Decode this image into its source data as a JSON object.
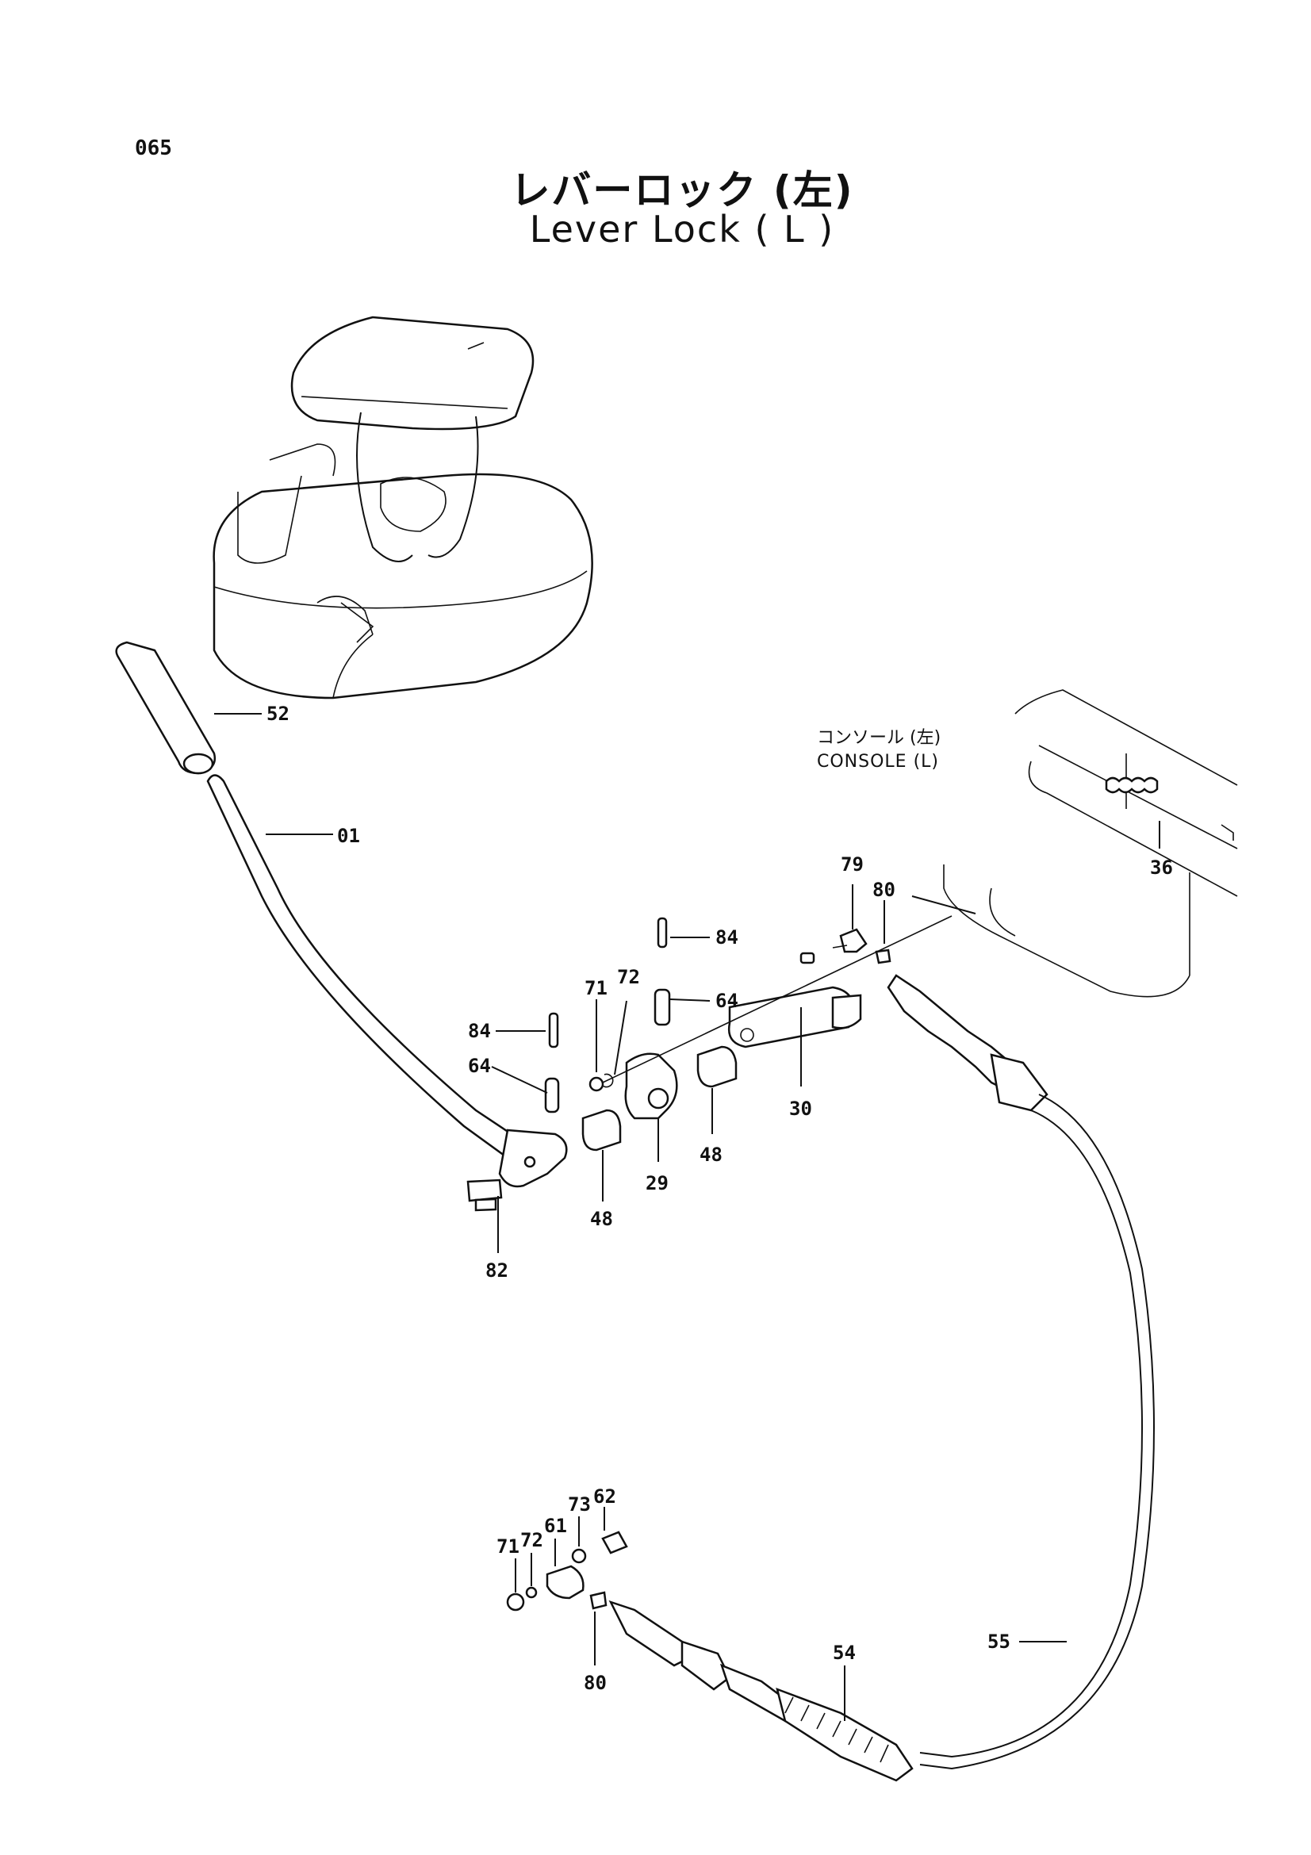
{
  "page_number": "065",
  "title_jp": "レバーロック (左)",
  "title_en": "Lever Lock ( L )",
  "console_label_jp": "コンソール (左)",
  "console_label_en": "CONSOLE (L)",
  "parts": {
    "p52": "52",
    "p01": "01",
    "p36": "36",
    "p79": "79",
    "p80a": "80",
    "p84a": "84",
    "p71a": "71",
    "p72a": "72",
    "p64a": "64",
    "p84b": "84",
    "p64b": "64",
    "p30": "30",
    "p48a": "48",
    "p29": "29",
    "p48b": "48",
    "p82": "82",
    "p62": "62",
    "p73": "73",
    "p61": "61",
    "p72b": "72",
    "p71b": "71",
    "p80b": "80",
    "p54": "54",
    "p55": "55"
  }
}
